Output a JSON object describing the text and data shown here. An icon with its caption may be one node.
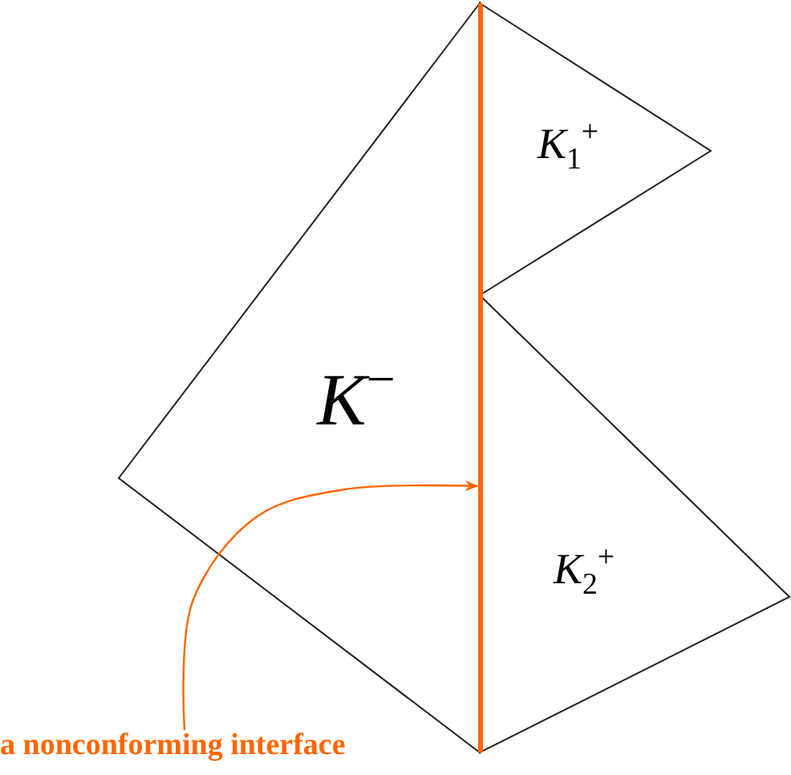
{
  "diagram": {
    "nodes": [
      {
        "text": [
          "*K*$^{−}$"
        ]
      },
      {
        "text": [
          "*K*$_{1}$$^{+}$"
        ]
      },
      {
        "text": [
          "*K*$_{2}$$^{+}$"
        ]
      },
      {
        "text": [
          "a nonconforming interface"
        ]
      },
      {
        "text": [],
        "shape": "line"
      }
    ],
    "edges": [
      {
        "from": 3,
        "to": 4,
        "arrow": "to",
        "color": "#ff6600"
      }
    ]
  }
}
